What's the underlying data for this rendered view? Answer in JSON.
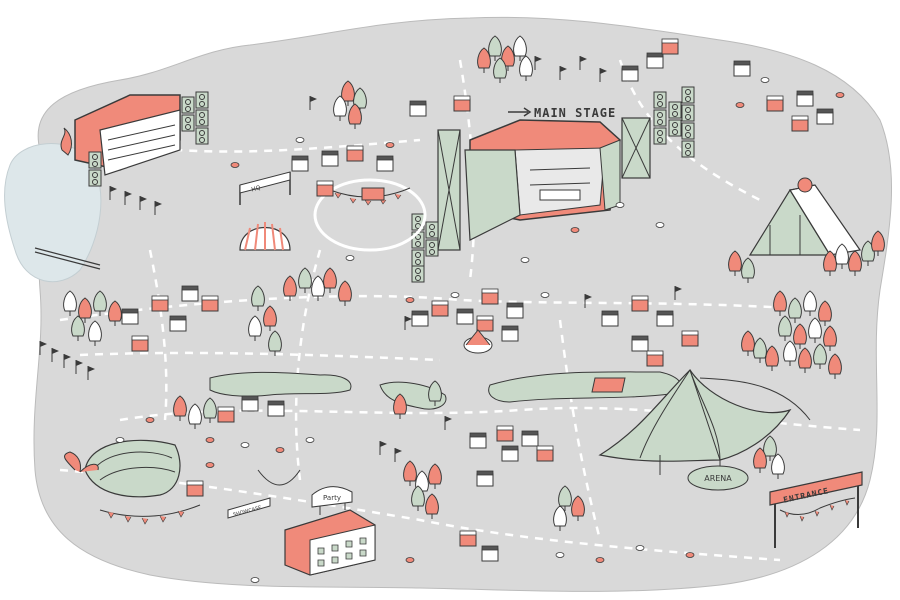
{
  "map": {
    "labels": {
      "main_stage": "MAIN STAGE",
      "entrance": "ENTRANCE",
      "arena_sign": "ARENA",
      "party_sign": "Party",
      "showcase_sign": "SHOWCASE",
      "side_sign": "HQ"
    },
    "colors": {
      "ground": "#d9d9d9",
      "path": "#ffffff",
      "accent": "#f08a7a",
      "sage": "#c9d9c9",
      "outline": "#3a3a3a",
      "water": "#dde7ea"
    }
  }
}
